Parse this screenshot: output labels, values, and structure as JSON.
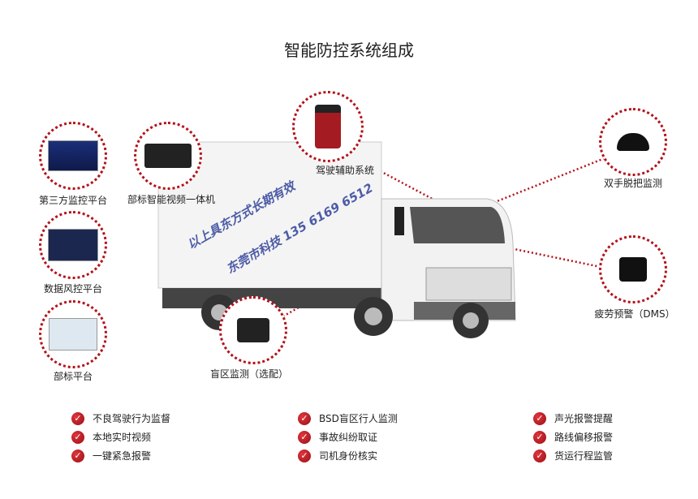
{
  "title": "智能防控系统组成",
  "components": {
    "third_party": "第三方监控平台",
    "data_risk": "数据风控平台",
    "standard_platform": "部标平台",
    "video_unit": "部标智能视频一体机",
    "adas": "驾驶辅助系统",
    "hands_off": "双手脱把监测",
    "dms": "疲劳预警（DMS）",
    "blind_spot": "盲区监测（选配）"
  },
  "features": [
    [
      "不良驾驶行为监督",
      "本地实时视频",
      "一键紧急报警"
    ],
    [
      "BSD盲区行人监测",
      "事故纠纷取证",
      "司机身份核实"
    ],
    [
      "声光报警提醒",
      "路线偏移报警",
      "货运行程监管"
    ]
  ],
  "watermark": {
    "line1": "东莞市科技 135 6169 6512",
    "line2": "以上具东方式长期有效"
  },
  "colors": {
    "accent": "#b3121b"
  }
}
